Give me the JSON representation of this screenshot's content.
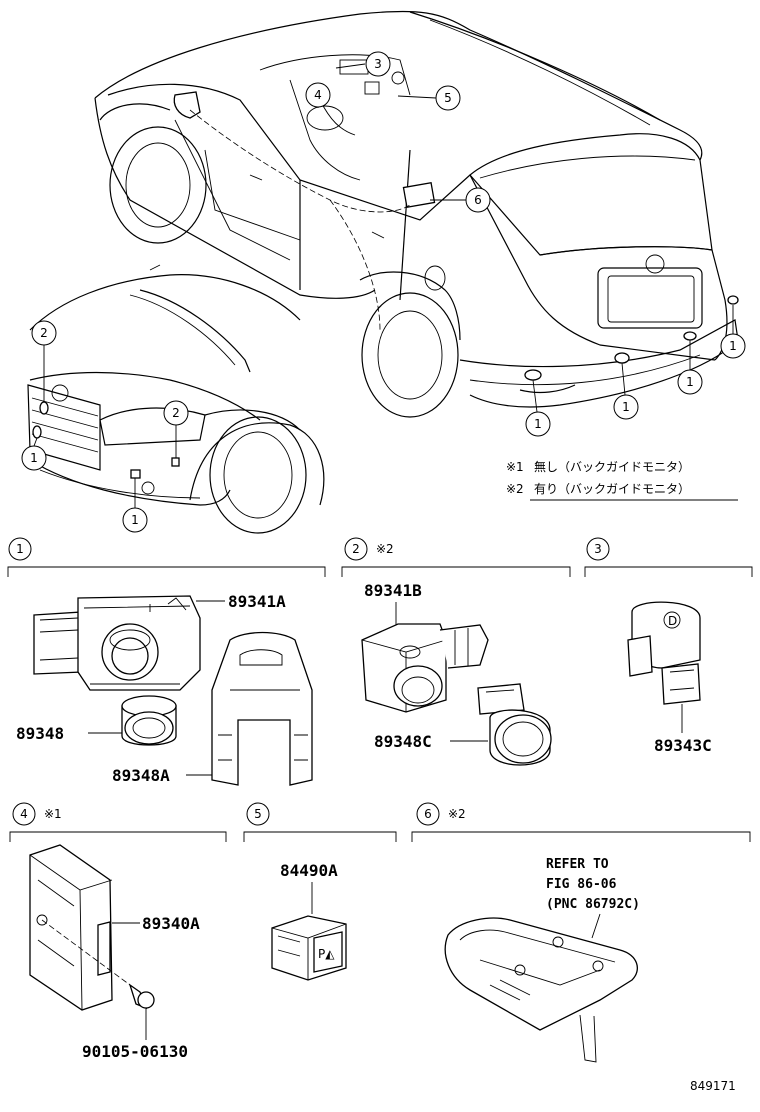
{
  "callouts": {
    "c1": "1",
    "c2": "2",
    "c3": "3",
    "c4": "4",
    "c5": "5",
    "c6": "6"
  },
  "notes": {
    "note1_mark": "※1",
    "note1_text": "無し（バックガイドモニタ）",
    "note2_mark": "※2",
    "note2_text": "有り（バックガイドモニタ）"
  },
  "sections": {
    "s1": {
      "num": "1",
      "mark": ""
    },
    "s2": {
      "num": "2",
      "mark": "※2"
    },
    "s3": {
      "num": "3",
      "mark": ""
    },
    "s4": {
      "num": "4",
      "mark": "※1"
    },
    "s5": {
      "num": "5",
      "mark": ""
    },
    "s6": {
      "num": "6",
      "mark": "※2"
    }
  },
  "parts": {
    "p89341A": "89341A",
    "p89348": "89348",
    "p89348A": "89348A",
    "p89341B": "89341B",
    "p89348C": "89348C",
    "p89343C": "89343C",
    "p89340A": "89340A",
    "p90105": "90105-06130",
    "p84490A": "84490A",
    "switch_label": "P◭"
  },
  "refer": {
    "line1": "REFER TO",
    "line2": "FIG 86-06",
    "line3": "(PNC 86792C)"
  },
  "figure_id": "849171"
}
